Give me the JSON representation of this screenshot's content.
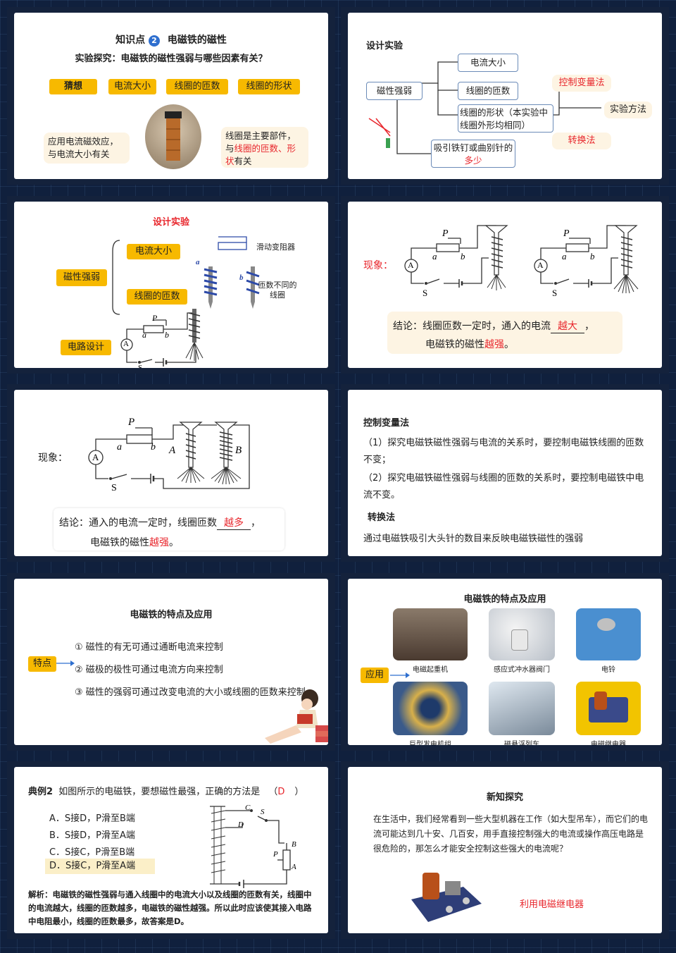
{
  "s1": {
    "title_prefix": "知识点",
    "title_num": "2",
    "title_rest": "电磁铁的磁性",
    "subtitle": "实验探究：电磁铁的磁性强弱与哪些因素有关？",
    "tags": [
      "猜想",
      "电流大小",
      "线圈的匝数",
      "线圈的形状"
    ],
    "left_bubble": "应用电流磁效应，与电流大小有关",
    "right_pre": "线圈是主要部件，与",
    "right_red": "线圈的匝数、形状",
    "right_post": "有关"
  },
  "s2": {
    "heading": "设计实验",
    "root": "磁性强弱",
    "b1": "电流大小",
    "b2": "线圈的匝数",
    "b3": "线圈的形状（本实验中线圈外形均相同）",
    "b4_pre": "吸引铁钉或曲别针的",
    "b4_red": "多少",
    "m1": "控制变量法",
    "m2": "转换法",
    "method": "实验方法"
  },
  "s3": {
    "heading": "设计实验",
    "root": "磁性强弱",
    "b1": "电流大小",
    "b2": "线圈的匝数",
    "rheostat": "滑动变阻器",
    "turns_note": "匝数不同的线圈",
    "circuit": "电路设计",
    "coil_a": "a",
    "coil_b": "b"
  },
  "s4": {
    "phenom": "现象：",
    "concl_pre": "结论：线圈匝数一定时，通入的电流",
    "concl_blank": "越大",
    "concl_end": "，",
    "concl2_pre": "电磁铁的磁性",
    "concl2_red": "越强",
    "concl2_end": "。"
  },
  "s5": {
    "phenom": "现象：",
    "concl_pre": "结论：通入的电流一定时，线圈匝数",
    "concl_blank": "越多",
    "concl_end": "，",
    "concl2_pre": "电磁铁的磁性",
    "concl2_red": "越强",
    "concl2_end": "。",
    "label_A": "A",
    "label_B": "B"
  },
  "circuit_labels": {
    "P": "P",
    "a": "a",
    "b": "b",
    "A": "A",
    "S": "S"
  },
  "s6": {
    "h1": "控制变量法",
    "p1": "（1）探究电磁铁磁性强弱与电流的关系时，要控制电磁铁线圈的匝数不变；",
    "p2": "（2）探究电磁铁磁性强弱与线圈的匝数的关系时，要控制电磁铁中电流不变。",
    "h2": "转换法",
    "p3": "通过电磁铁吸引大头针的数目来反映电磁铁磁性的强弱"
  },
  "s7": {
    "heading": "电磁铁的特点及应用",
    "tag": "特点",
    "items": [
      "① 磁性的有无可通过通断电流来控制",
      "② 磁极的极性可通过电流方向来控制",
      "③ 磁性的强弱可通过改变电流的大小或线圈的匝数来控制"
    ]
  },
  "s8": {
    "heading": "电磁铁的特点及应用",
    "tag": "应用",
    "captions": [
      "电磁起重机",
      "感应式冲水器阀门",
      "电铃",
      "巨型发电机组",
      "磁悬浮列车",
      "电磁继电器"
    ]
  },
  "s9": {
    "q_label": "典例2",
    "q_text": "如图所示的电磁铁，要想磁性最强，正确的方法是",
    "answer": "D",
    "q_end": "）",
    "options": [
      "A．S接D，P滑至B端",
      "B．S接D，P滑至A端",
      "C．S接C，P滑至B端",
      "D．S接C，P滑至A端"
    ],
    "analysis_label": "解析：",
    "analysis": "电磁铁的磁性强弱与通入线圈中的电流大小以及线圈的匝数有关，线圈中的电流越大，线圈的匝数越多，电磁铁的磁性越强。所以此时应该使其接入电路中电阻最小，线圈的匝数最多，故答案是D。",
    "fig": {
      "C": "C",
      "S": "S",
      "D": "D",
      "B": "B",
      "P": "P",
      "A": "A"
    }
  },
  "s10": {
    "heading": "新知探究",
    "para": "在生活中，我们经常看到一些大型机器在工作（如大型吊车），而它们的电流可能达到几十安、几百安，用手直接控制强大的电流或操作高压电路是很危险的，那怎么才能安全控制这些强大的电流呢？",
    "answer": "利用电磁继电器"
  },
  "colors": {
    "accent": "#f7b900",
    "red": "#e8262c",
    "frame": "#14223c",
    "cream": "#fdf4e3"
  }
}
